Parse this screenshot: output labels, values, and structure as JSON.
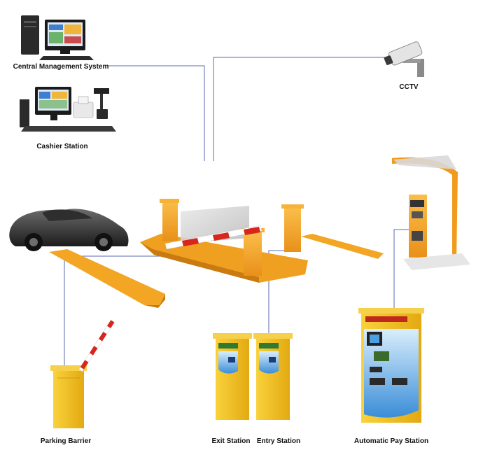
{
  "labels": {
    "central_management": "Central Management System",
    "cashier_station": "Cashier Station",
    "cctv": "CCTV",
    "parking_barrier": "Parking Barrier",
    "exit_station": "Exit Station",
    "entry_station": "Entry Station",
    "automatic_pay_station": "Automatic Pay Station"
  },
  "colors": {
    "orange": "#f5a21e",
    "yellow": "#f6c21a",
    "line": "#5a6bb0",
    "barrier_red": "#d8261c",
    "screen_green": "#2e7a2e"
  }
}
